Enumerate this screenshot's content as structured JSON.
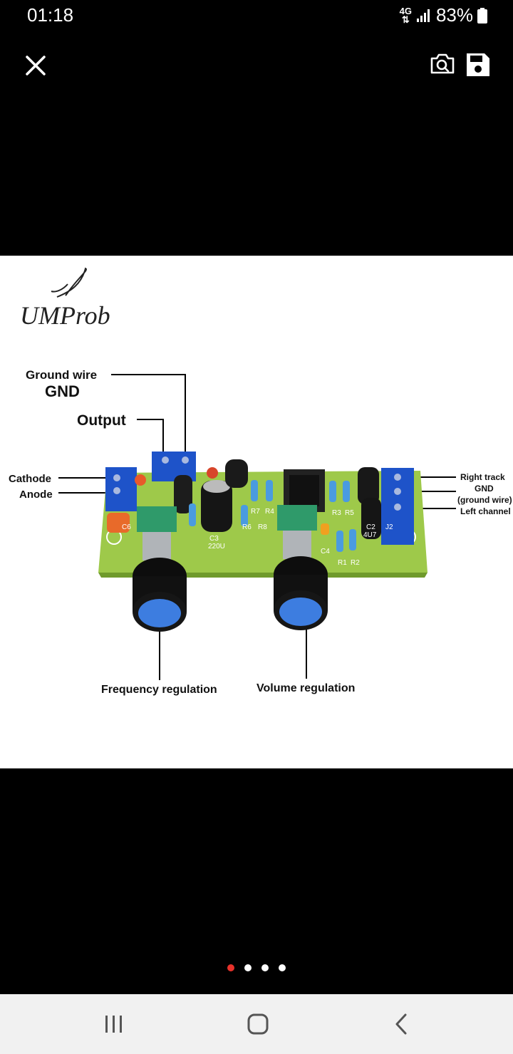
{
  "status_bar": {
    "time": "01:18",
    "network": "4G",
    "battery": "83%"
  },
  "toolbar": {
    "close_icon": "close-icon",
    "lens_icon": "lens-camera-icon",
    "save_icon": "save-icon"
  },
  "image": {
    "brand": "UMProb",
    "labels": {
      "ground_wire": "Ground wire",
      "gnd": "GND",
      "output": "Output",
      "cathode": "Cathode",
      "anode": "Anode",
      "right_track": "Right track",
      "gnd_right": "GND",
      "ground_wire_paren": "(ground wire)",
      "left_channel": "Left channel",
      "frequency_regulation": "Frequency regulation",
      "volume_regulation": "Volume regulation"
    },
    "silkscreen": {
      "c3": "C3",
      "c3_value": "220U",
      "r7": "R7",
      "r4": "R4",
      "r8": "R8",
      "r6": "R6",
      "r3": "R3",
      "r5": "R5",
      "r1": "R1",
      "r2": "R2",
      "c2": "C2",
      "c2_value": "4U7",
      "c4": "C4",
      "c6": "C6",
      "j2": "J2"
    }
  },
  "pager": {
    "count": 4,
    "active_index": 0,
    "active_color": "#e8322b"
  },
  "nav_bar": {
    "recents_icon": "recents-icon",
    "home_icon": "home-icon",
    "back_icon": "back-icon"
  }
}
